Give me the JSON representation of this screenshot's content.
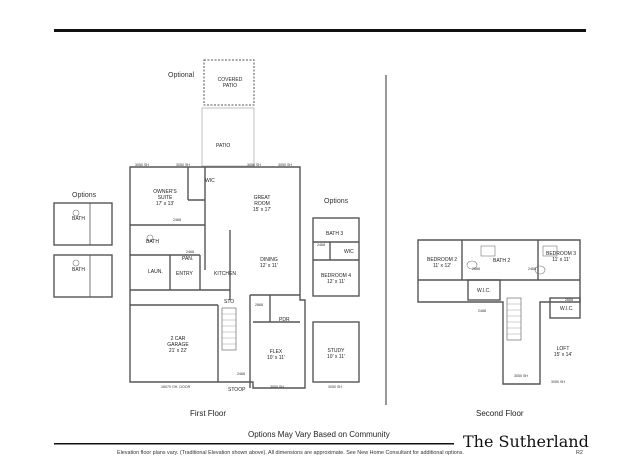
{
  "optional_label": "Optional",
  "covered_patio": "COVERED\nPATIO",
  "patio": "PATIO",
  "options_left": "Options",
  "options_right": "Options",
  "rooms_first": {
    "wic": "WIC",
    "owners_suite": "OWNER'S\nSUITE\n17' x 13'",
    "great_room": "GREAT\nROOM\n15' x 17'",
    "bath": "BATH",
    "pan": "PAN.",
    "laun": "LAUN.",
    "entry": "ENTRY",
    "kitchen": "KITCHEN",
    "dining": "DINING\n12' x 11'",
    "sto": "STO",
    "pdr": "PDR",
    "garage": "2 CAR\nGARAGE\n21' x 22'",
    "flex": "FLEX\n10' x 11'",
    "stoop": "STOOP",
    "garage_door": "16070 OH. DOOR"
  },
  "rooms_option": {
    "bath_a": "BATH",
    "bath_b": "BATH",
    "bath3": "BATH 3",
    "wic": "WIC",
    "bedroom4": "BEDROOM 4\n12' x 11'",
    "study": "STUDY\n10' x 11'"
  },
  "rooms_second": {
    "bedroom2": "BEDROOM 2\n11' x 12'",
    "bath2": "BATH 2",
    "bedroom3": "BEDROOM 3\n11' x 11'",
    "wic_a": "W.I.C.",
    "wic_b": "W.I.C.",
    "loft": "LOFT\n15' x 14'"
  },
  "dims": [
    "3050 SH",
    "3050 SH",
    "3050 SH",
    "3050 SH",
    "2468",
    "2468",
    "2468",
    "2868",
    "2468",
    "3050 SH",
    "3050 SH",
    "2668",
    "2468",
    "3050 SH",
    "2468",
    "3050 SH",
    "2668"
  ],
  "first_floor_label": "First Floor",
  "second_floor_label": "Second Floor",
  "options_note": "Options May Vary Based on Community",
  "brand": "The Sutherland",
  "disclaimer": "Elevation floor plans vary. (Traditional Elevation shown above). All dimensions are approximate. See New Home Consultant for additional options.",
  "revision": "R2"
}
